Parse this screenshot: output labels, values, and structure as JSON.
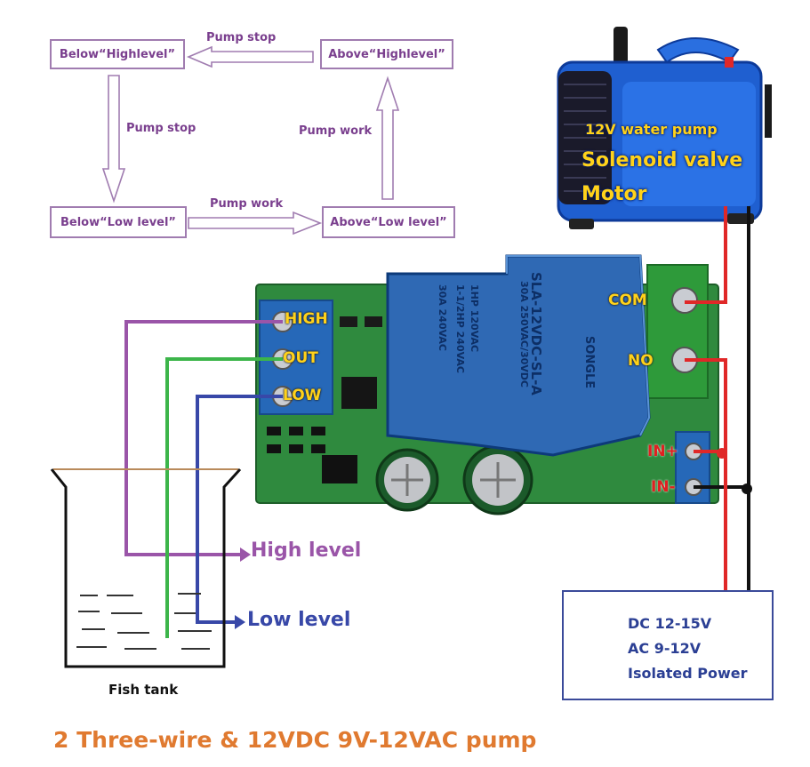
{
  "flowchart": {
    "states": {
      "below_high": "Below“Highlevel”",
      "above_high": "Above“Highlevel”",
      "below_low": "Below“Low level”",
      "above_low": "Above“Low level”"
    },
    "transitions": {
      "top": "Pump stop",
      "left": "Pump stop",
      "right": "Pump work",
      "bottom": "Pump work"
    }
  },
  "pump": {
    "line1": "12V water pump",
    "line2": "Solenoid valve",
    "line3": "Motor"
  },
  "terminals": {
    "high": "HIGH",
    "out": "OUT",
    "low": "LOW",
    "com": "COM",
    "no": "NO",
    "in_plus": "IN+",
    "in_minus": "IN-"
  },
  "relay": {
    "model": "SLA-12VDC-SL-A",
    "brand": "SONGLE",
    "rating1": "30A 250VAC/30VDC",
    "rating2": "1HP 120VAC",
    "rating3": "1-1/2HP 240VAC",
    "rating4": "30A 240VAC"
  },
  "levels": {
    "high": "High level",
    "low": "Low level"
  },
  "power": {
    "line1": "DC 12-15V",
    "line2": "AC 9-12V",
    "line3": "Isolated Power"
  },
  "tank_label": "Fish tank",
  "caption": "2 Three-wire & 12VDC 9V-12VAC pump",
  "colors": {
    "purple_wire": "#9a55a8",
    "green_wire": "#3cb54a",
    "blue_wire": "#3848a8",
    "red_wire": "#e02828",
    "black_wire": "#111111",
    "board_green": "#2f8a3e",
    "relay_blue": "#2f69b4",
    "pump_blue": "#1f5fd0"
  }
}
